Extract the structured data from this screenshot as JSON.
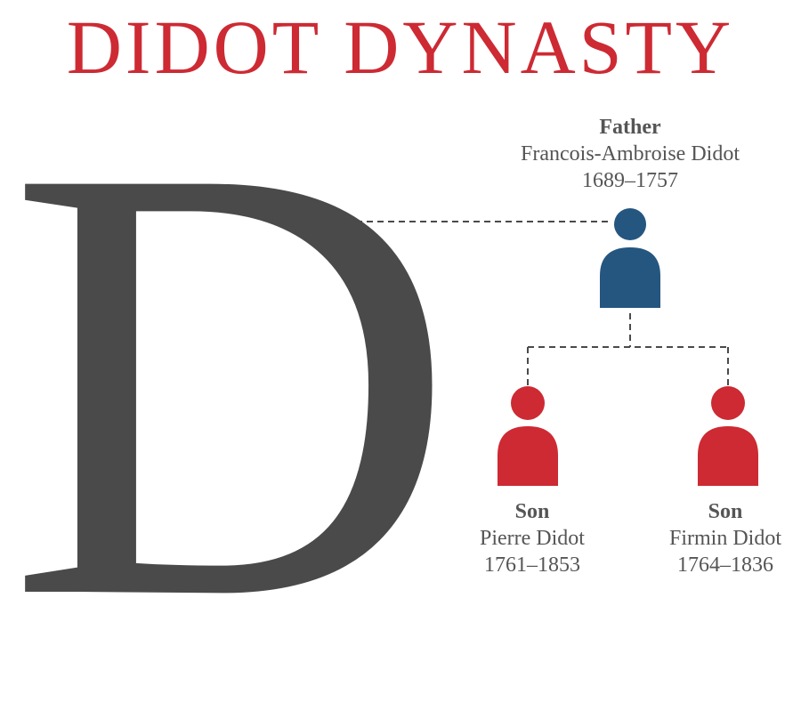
{
  "title": "DIDOT DYNASTY",
  "big_letter": "D",
  "colors": {
    "title": "#cd2a33",
    "letter": "#4a4a4a",
    "father": "#245680",
    "son": "#cd2a33"
  },
  "father": {
    "role": "Father",
    "name": "Francois-Ambroise Didot",
    "years": "1689–1757",
    "icon": "person-icon"
  },
  "sons": [
    {
      "role": "Son",
      "name": "Pierre Didot",
      "years": "1761–1853",
      "icon": "person-icon"
    },
    {
      "role": "Son",
      "name": "Firmin Didot",
      "years": "1764–1836",
      "icon": "person-icon"
    }
  ]
}
